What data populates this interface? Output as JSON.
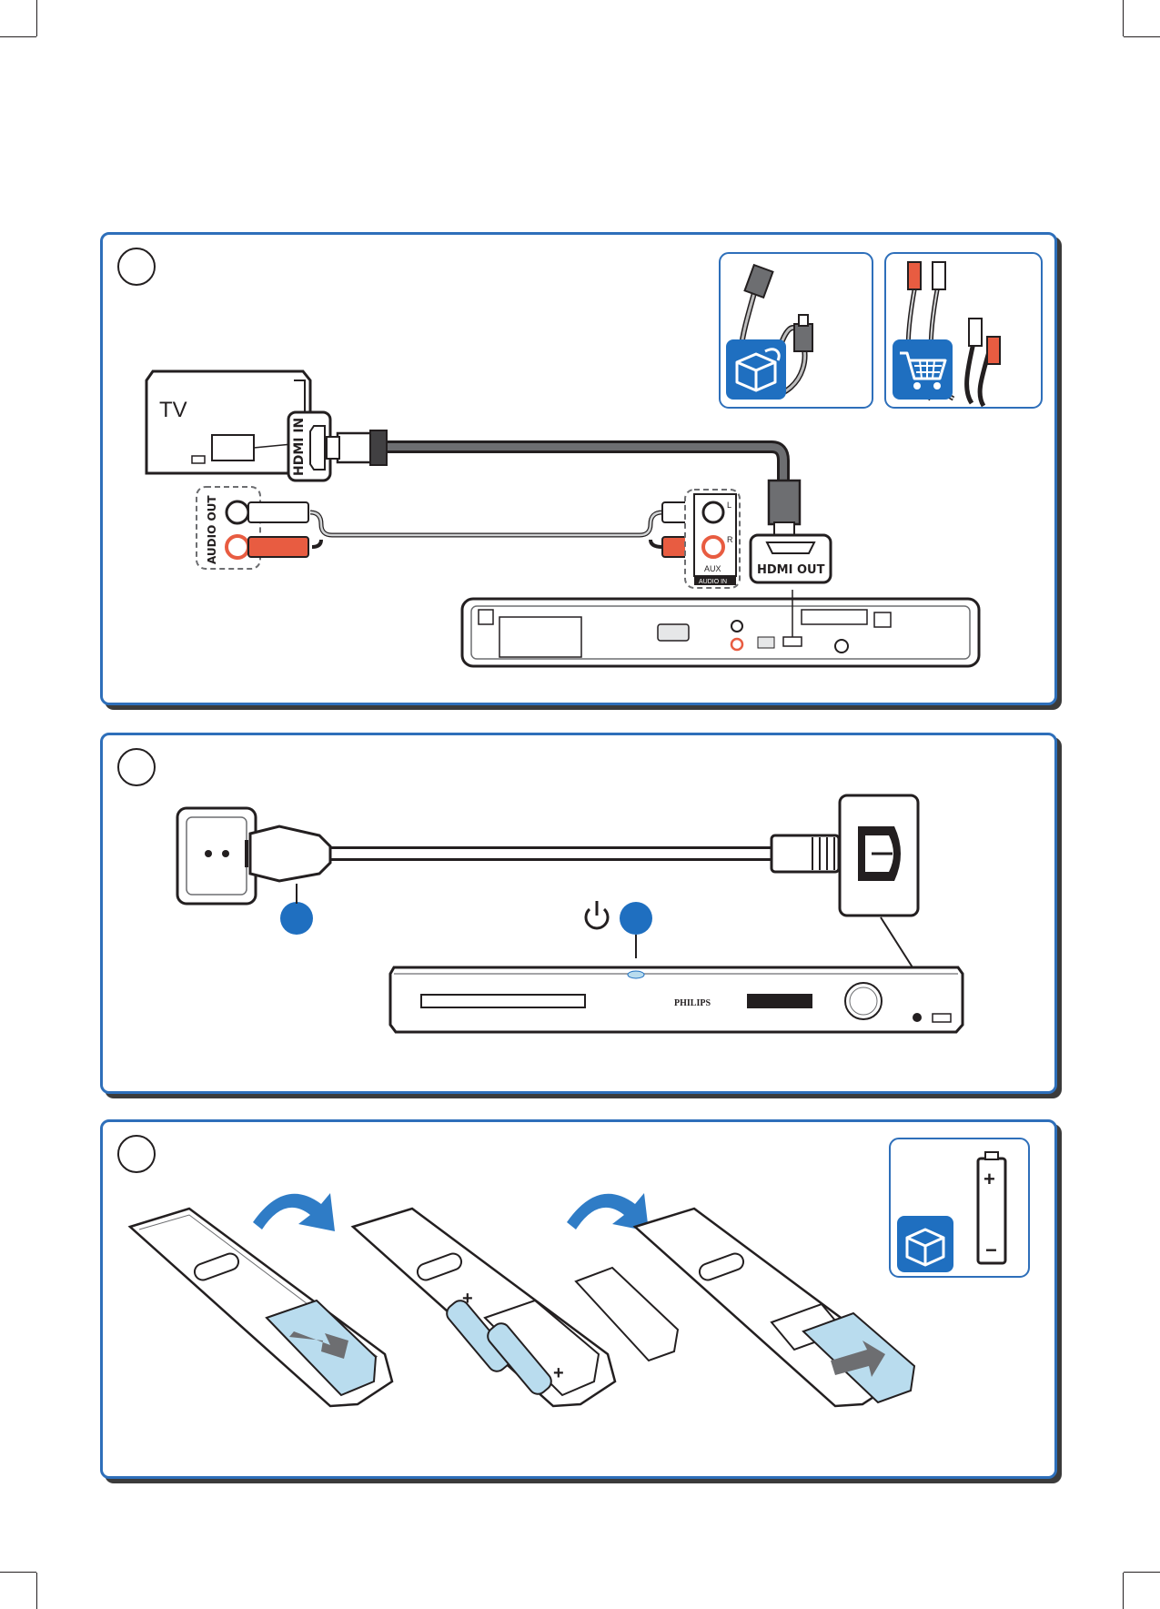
{
  "step1": {
    "tv_label": "TV",
    "hdmi_in_label": "HDMI IN",
    "audio_out_label": "AUDIO OUT",
    "hdmi_out_label": "HDMI OUT",
    "aux_label": "AUX",
    "audio_in_label": "AUDIO IN",
    "left_channel": "L",
    "right_channel": "R",
    "inset_box_icon": "box-included-icon",
    "inset_cart_icon": "shopping-cart-icon"
  },
  "step2": {
    "brand": "PHILIPS",
    "standby_icon": "power-icon"
  },
  "step3": {
    "battery_plus": "+",
    "battery_minus": "−",
    "inset_box_icon": "box-included-icon"
  },
  "colors": {
    "panel_border": "#2e6fba",
    "badge_blue": "#1f6fc0",
    "rca_red": "#e85c41",
    "cover_blue": "#b9dcee",
    "arrow_blue": "#2f7cc6"
  }
}
